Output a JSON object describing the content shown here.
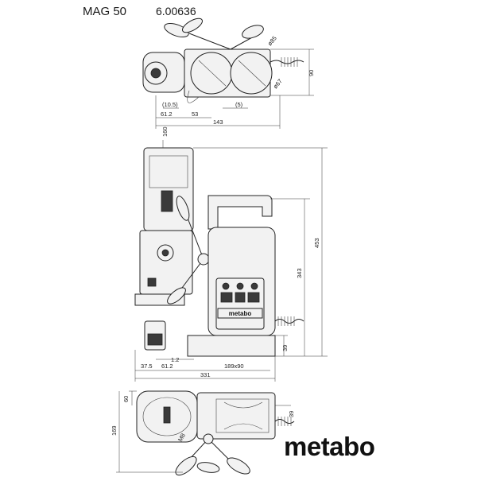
{
  "header": {
    "model": "MAG 50",
    "code": "6.00636"
  },
  "brand": {
    "logo": "metabo"
  },
  "top_view": {
    "dims": {
      "d85": "ø85",
      "d67": "ø67",
      "h90": "90",
      "d10_5": "(10.5)",
      "d5": "(5)",
      "d61_2": "61.2",
      "d53": "53",
      "d143": "143"
    }
  },
  "side_view": {
    "dims": {
      "d160": "160",
      "d453": "453",
      "d343": "343",
      "d39": "39",
      "d1_2": "1.2",
      "d37_5": "37.5",
      "d61_2b": "61.2",
      "d189x90": "189x90",
      "d331": "331"
    },
    "plate_brand": "metabo"
  },
  "bottom_view": {
    "dims": {
      "d60": "60",
      "d169": "169",
      "d39b": "39",
      "m8": "M8"
    }
  }
}
